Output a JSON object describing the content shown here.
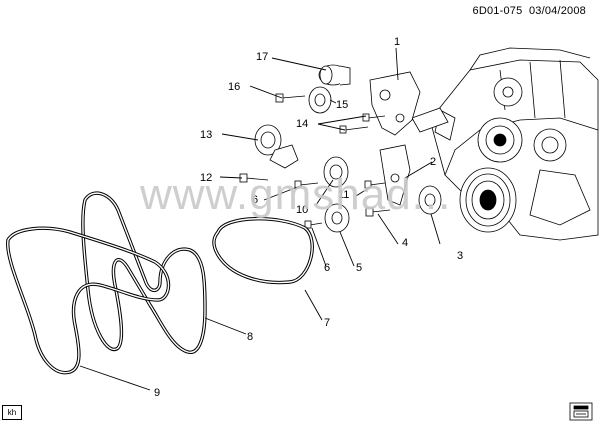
{
  "header": {
    "drawing_id": "6D01-075",
    "date": "03/04/2008"
  },
  "watermark": "www.gmshad...",
  "footer": {
    "author_tag": "kh"
  },
  "icons": {
    "book": "book-icon"
  },
  "callouts": [
    {
      "id": "1",
      "text": "1"
    },
    {
      "id": "2",
      "text": "2"
    },
    {
      "id": "3",
      "text": "3"
    },
    {
      "id": "4",
      "text": "4"
    },
    {
      "id": "5",
      "text": "5"
    },
    {
      "id": "6a",
      "text": "6"
    },
    {
      "id": "6b",
      "text": "6"
    },
    {
      "id": "7",
      "text": "7"
    },
    {
      "id": "8",
      "text": "8"
    },
    {
      "id": "9",
      "text": "9"
    },
    {
      "id": "10",
      "text": "10"
    },
    {
      "id": "11",
      "text": "11"
    },
    {
      "id": "12",
      "text": "12"
    },
    {
      "id": "13",
      "text": "13"
    },
    {
      "id": "14",
      "text": "14"
    },
    {
      "id": "15",
      "text": "15"
    },
    {
      "id": "16",
      "text": "16"
    },
    {
      "id": "17",
      "text": "17"
    }
  ]
}
